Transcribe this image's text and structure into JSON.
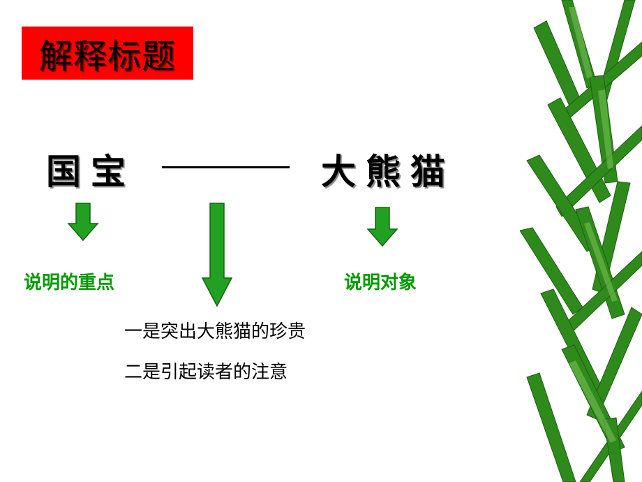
{
  "title": "解释标题",
  "heading": {
    "left": "国宝",
    "right": "大熊猫"
  },
  "labels": {
    "left": "说明的重点",
    "right": "说明对象"
  },
  "points": [
    "一是突出大熊猫的珍贵",
    "二是引起读者的注意"
  ],
  "colors": {
    "title_bg": "#ff0000",
    "label_text": "#009900",
    "arrow_fill": "#22a022",
    "bamboo": "#2f8a1c"
  }
}
